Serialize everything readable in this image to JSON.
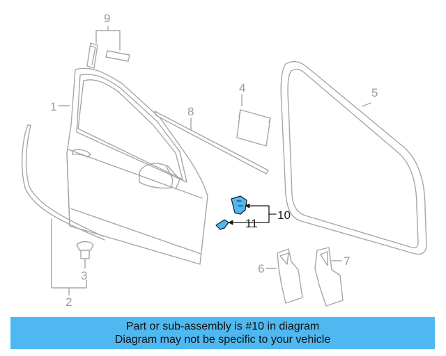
{
  "callouts": {
    "c1": "1",
    "c2": "2",
    "c3": "3",
    "c4": "4",
    "c5": "5",
    "c6": "6",
    "c7": "7",
    "c8": "8",
    "c9": "9",
    "c10": "10",
    "c11": "11"
  },
  "highlight_part": "10",
  "colors": {
    "line": "#a6a6a6",
    "highlight_fill": "#4fb8f0",
    "banner_bg": "#4fb8f0",
    "dark": "#1a1a1a"
  },
  "banner": {
    "line1": "Part or sub-assembly is #10 in diagram",
    "line2": "Diagram may not be specific to your vehicle"
  }
}
